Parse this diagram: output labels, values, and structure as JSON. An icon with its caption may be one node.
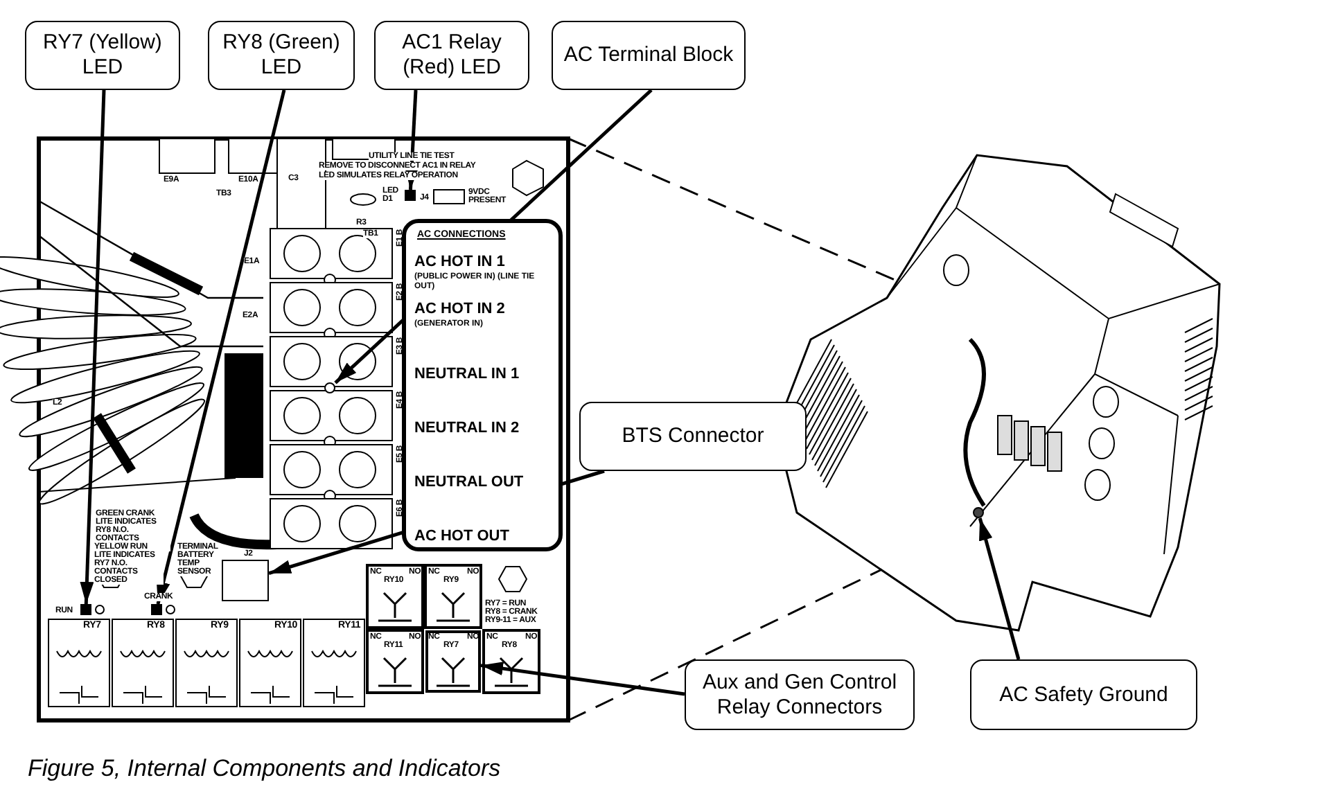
{
  "diagram": {
    "caption": "Figure 5, Internal Components and Indicators",
    "nodes": [
      {
        "text": [
          "RY7 (Yellow) LED"
        ]
      },
      {
        "text": [
          "RY8 (Green) LED"
        ]
      },
      {
        "text": [
          "AC1 Relay (Red) LED"
        ]
      },
      {
        "text": [
          "AC Terminal Block"
        ]
      },
      {
        "text": [
          "BTS Connector"
        ]
      },
      {
        "text": [
          "Aux and Gen Control Relay Connectors"
        ]
      },
      {
        "text": [
          "AC Safety Ground"
        ]
      },
      {
        "text": [
          "AC CONNECTIONS",
          "AC HOT IN 1",
          "(PUBLIC POWER IN) (LINE TIE OUT)",
          "AC HOT IN 2",
          "(GENERATOR IN)",
          "NEUTRAL IN 1",
          "NEUTRAL IN 2",
          "NEUTRAL OUT",
          "AC HOT OUT"
        ]
      },
      {
        "text": [],
        "shape": "box"
      },
      {
        "text": [],
        "shape": "box"
      },
      {
        "text": [],
        "shape": "box"
      },
      {
        "text": [],
        "shape": "circle"
      },
      {
        "text": [],
        "shape": "box"
      },
      {
        "text": [],
        "shape": "box"
      },
      {
        "text": [],
        "shape": "circle"
      }
    ],
    "edges": [
      {
        "from": 0,
        "to": 8,
        "arrow": "to"
      },
      {
        "from": 1,
        "to": 9,
        "arrow": "to"
      },
      {
        "from": 2,
        "to": 10,
        "arrow": "to"
      },
      {
        "from": 3,
        "to": 11,
        "arrow": "to"
      },
      {
        "from": 4,
        "to": 12,
        "arrow": "to"
      },
      {
        "from": 5,
        "to": 13,
        "arrow": "to"
      },
      {
        "from": 6,
        "to": 14,
        "arrow": "to"
      }
    ],
    "labels": [
      "E9A",
      "E10A",
      "TB3",
      "C3",
      "UTILITY LINE TIE TEST",
      "REMOVE TO DISCONNECT AC1 IN RELAY",
      "LED SIMULATES RELAY OPERATION",
      "LED D1",
      "J4",
      "9VDC PRESENT",
      "R3",
      "TB1",
      "E1A",
      "E1 B",
      "E2A",
      "E2 B",
      "E3 B",
      "E4 B",
      "E5 B",
      "E6 B",
      "L2",
      "GREEN CRANK LITE INDICATES RY8 N.O. CONTACTS CLOSED",
      "YELLOW RUN LITE INDICATES RY7 N.O. CONTACTS CLOSED",
      "RUN",
      "CRANK",
      "TERMINAL BATTERY TEMP SENSOR",
      "J2",
      "NC",
      "NO",
      "RY10",
      "NC",
      "NO",
      "RY9",
      "RY7 = RUN",
      "RY8 = CRANK",
      "RY9-11 = AUX",
      "NC",
      "NO",
      "RY11",
      "NC",
      "NO",
      "RY7",
      "NC",
      "NO",
      "RY8",
      "RY7",
      "RY8",
      "RY9",
      "RY10",
      "RY11"
    ]
  }
}
